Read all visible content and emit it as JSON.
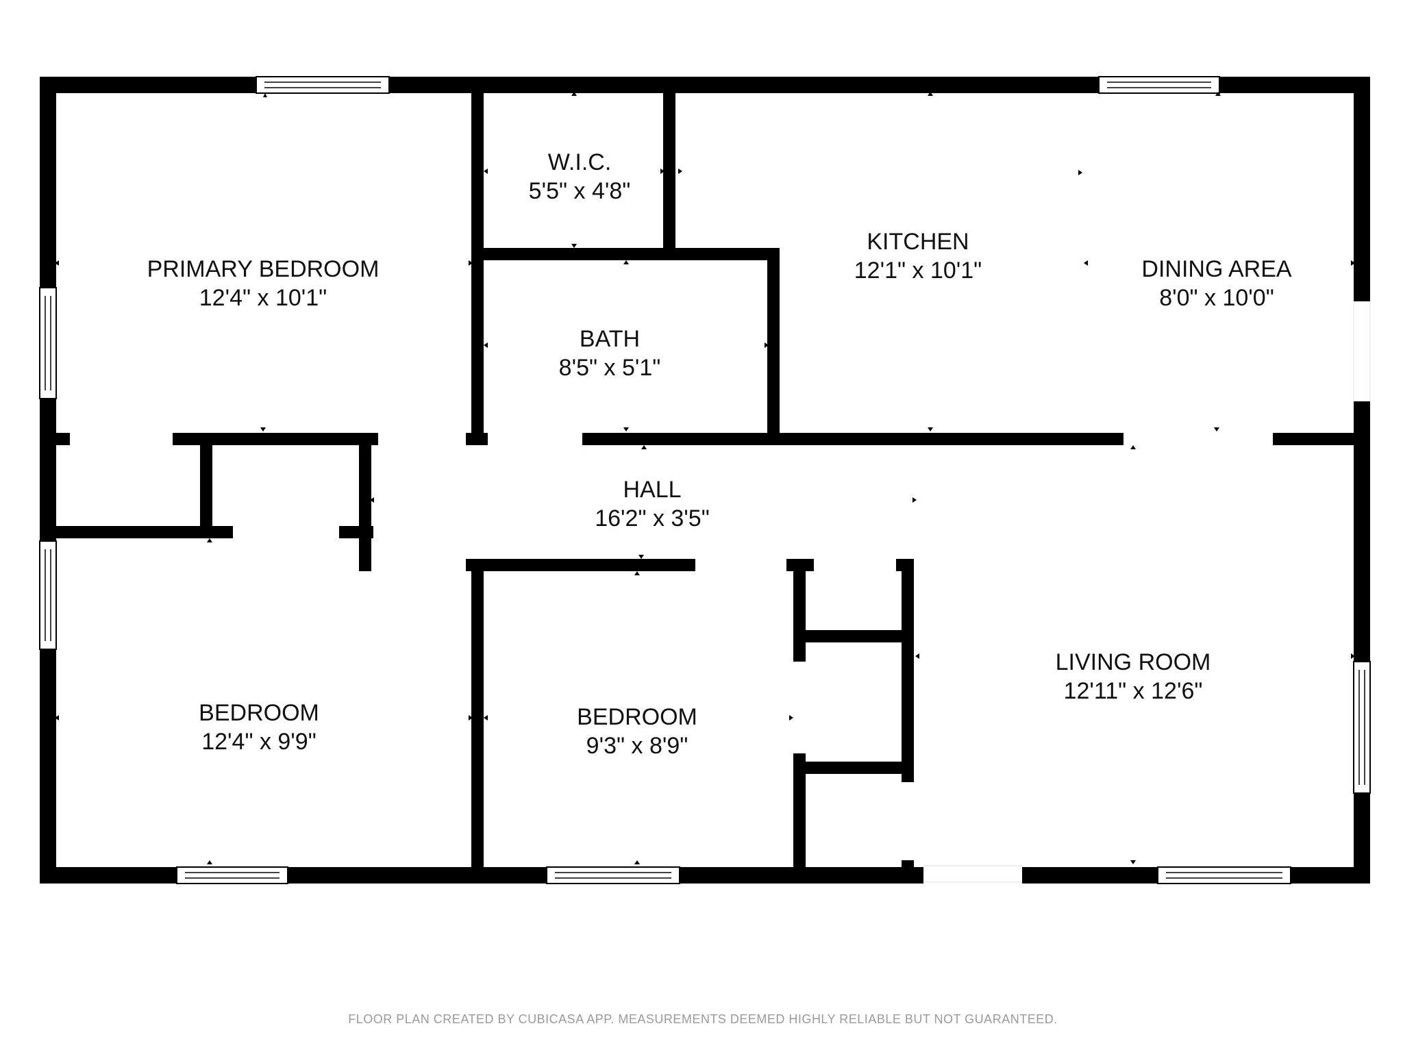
{
  "colors": {
    "wall": "#000000",
    "background": "#ffffff",
    "disclaimer": "#9a9a9a"
  },
  "rooms": [
    {
      "id": "primary-bedroom",
      "name": "PRIMARY BEDROOM",
      "dims": "12'4\" x 10'1\""
    },
    {
      "id": "wic",
      "name": "W.I.C.",
      "dims": "5'5\" x 4'8\""
    },
    {
      "id": "kitchen",
      "name": "KITCHEN",
      "dims": "12'1\" x 10'1\""
    },
    {
      "id": "dining-area",
      "name": "DINING AREA",
      "dims": "8'0\" x 10'0\""
    },
    {
      "id": "bath",
      "name": "BATH",
      "dims": "8'5\" x 5'1\""
    },
    {
      "id": "hall",
      "name": "HALL",
      "dims": "16'2\" x 3'5\""
    },
    {
      "id": "bedroom-left",
      "name": "BEDROOM",
      "dims": "12'4\" x 9'9\""
    },
    {
      "id": "bedroom-middle",
      "name": "BEDROOM",
      "dims": "9'3\" x 8'9\""
    },
    {
      "id": "living-room",
      "name": "LIVING ROOM",
      "dims": "12'11\" x 12'6\""
    }
  ],
  "disclaimer": "FLOOR PLAN CREATED BY CUBICASA APP. MEASUREMENTS DEEMED HIGHLY RELIABLE BUT NOT GUARANTEED."
}
